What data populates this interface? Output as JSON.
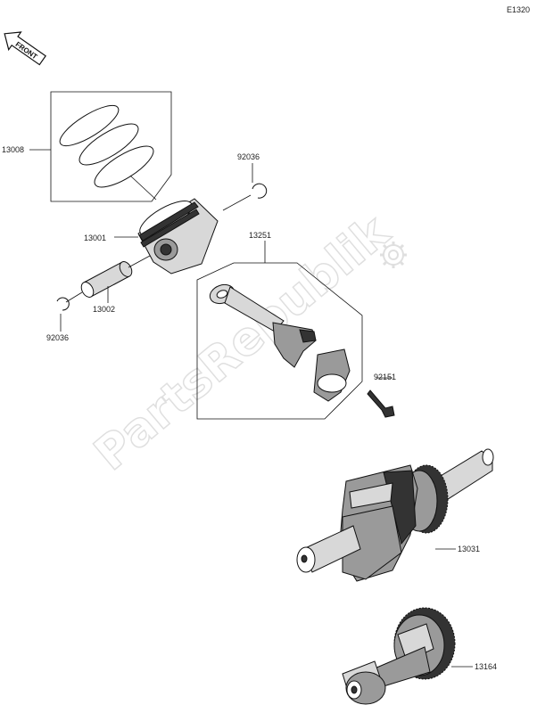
{
  "page_code": "E1320",
  "front_label": "FRONT",
  "watermark": "PartsRepublik",
  "parts": {
    "piston_rings": "13008",
    "piston": "13001",
    "pin": "13002",
    "circlip_right": "92036",
    "circlip_left": "92036",
    "connecting_rod": "13251",
    "bolt": "92151",
    "crankshaft": "13031",
    "balancer": "13164"
  },
  "icons": {
    "front_arrow": "front-arrow-icon",
    "watermark_gear": "gear-icon"
  }
}
